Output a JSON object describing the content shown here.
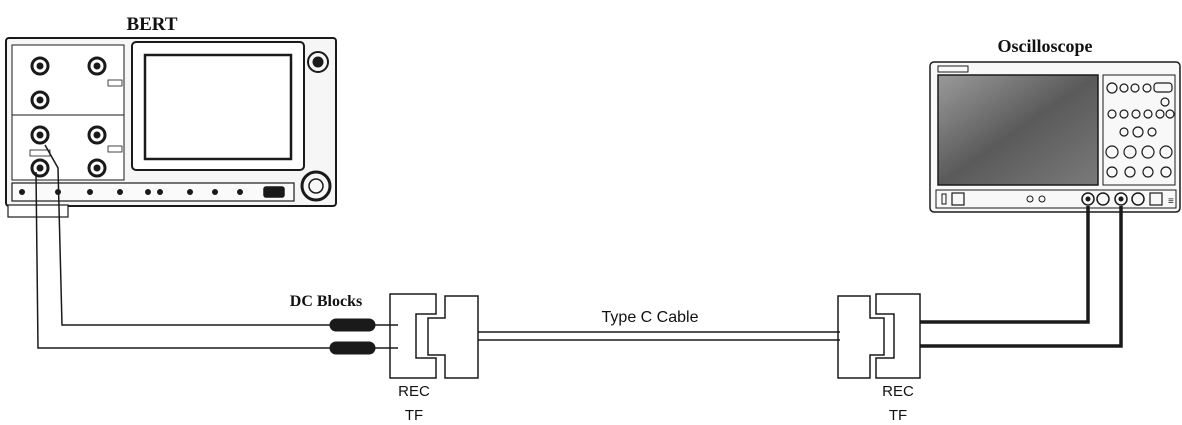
{
  "bert": {
    "label": "BERT"
  },
  "oscilloscope": {
    "label": "Oscilloscope"
  },
  "dc_blocks": {
    "label": "DC Blocks"
  },
  "cable": {
    "label": "Type C Cable"
  },
  "fixture_left": {
    "line1": "REC",
    "line2": "TF"
  },
  "fixture_right": {
    "line1": "REC",
    "line2": "TF"
  },
  "colors": {
    "line": "#1a1a1a",
    "screen_dark": "#4a4a4a",
    "screen_light": "#8a8a8a",
    "panel": "#f4f4f4"
  }
}
